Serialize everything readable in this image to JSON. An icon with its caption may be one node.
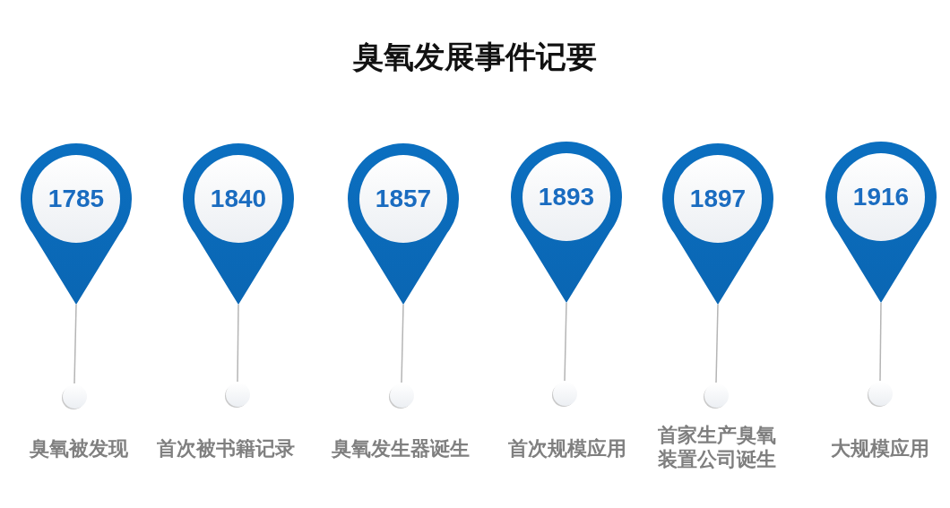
{
  "diagram": {
    "title": "臭氧发展事件记要",
    "nodes": [
      {
        "text": [
          "1785"
        ]
      },
      {
        "text": [
          "1840"
        ]
      },
      {
        "text": [
          "1857"
        ]
      },
      {
        "text": [
          "1893"
        ]
      },
      {
        "text": [
          "1897"
        ]
      },
      {
        "text": [
          "1916"
        ]
      },
      {
        "text": [],
        "shape": "circle",
        "beside": [
          "臭氧被发现"
        ]
      },
      {
        "text": [],
        "shape": "circle",
        "beside": [
          "首次被书籍记录"
        ]
      },
      {
        "text": [],
        "shape": "circle",
        "beside": [
          "臭氧发生器诞生"
        ]
      },
      {
        "text": [],
        "shape": "circle",
        "beside": [
          "首次规模应用"
        ]
      },
      {
        "text": [],
        "shape": "circle",
        "beside": [
          "首家生产臭氧装置公司诞生"
        ]
      },
      {
        "text": [],
        "shape": "circle",
        "beside": [
          "大规模应用"
        ]
      }
    ],
    "edges": [
      {
        "from": 0,
        "to": 6,
        "arrow": "none"
      },
      {
        "from": 1,
        "to": 7,
        "arrow": "none"
      },
      {
        "from": 2,
        "to": 8,
        "arrow": "none"
      },
      {
        "from": 3,
        "to": 9,
        "arrow": "none"
      },
      {
        "from": 4,
        "to": 10,
        "arrow": "none"
      },
      {
        "from": 5,
        "to": 11,
        "arrow": "none"
      }
    ]
  }
}
